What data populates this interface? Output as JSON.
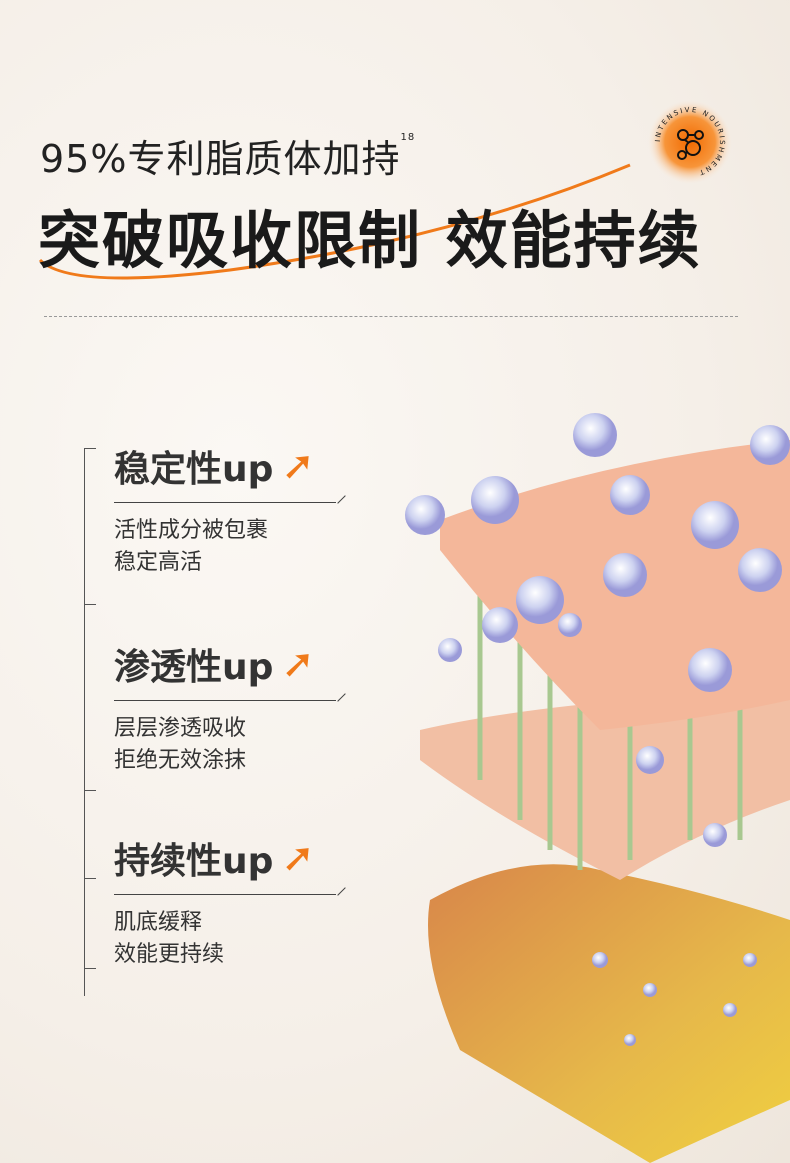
{
  "header": {
    "subtitle": "95%专利脂质体加持",
    "footnote": "18",
    "title": "突破吸收限制 效能持续",
    "badge_text": "INTENSIVE NOURISHMENT"
  },
  "features": [
    {
      "title": "稳定性up",
      "lines": [
        "活性成分被包裹",
        "稳定高活"
      ]
    },
    {
      "title": "渗透性up",
      "lines": [
        "层层渗透吸收",
        "拒绝无效涂抹"
      ]
    },
    {
      "title": "持续性up",
      "lines": [
        "肌底缓释",
        "效能更持续"
      ]
    }
  ],
  "colors": {
    "accent": "#f07a1a",
    "text": "#222222"
  }
}
